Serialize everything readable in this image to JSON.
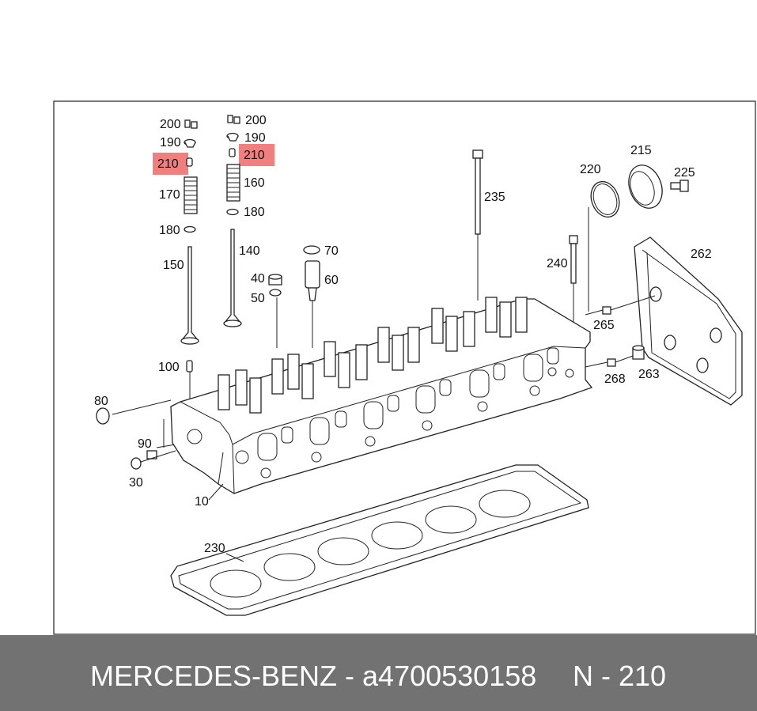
{
  "diagram": {
    "callouts": {
      "c200a": "200",
      "c190a": "190",
      "c210a": "210",
      "c170": "170",
      "c180a": "180",
      "c150": "150",
      "c200b": "200",
      "c190b": "190",
      "c210b": "210",
      "c160": "160",
      "c180b": "180",
      "c140": "140",
      "c235": "235",
      "c70": "70",
      "c60": "60",
      "c40": "40",
      "c50": "50",
      "c220": "220",
      "c215": "215",
      "c225": "225",
      "c262": "262",
      "c240": "240",
      "c265": "265",
      "c263": "263",
      "c268": "268",
      "c100": "100",
      "c80": "80",
      "c90": "90",
      "c30": "30",
      "c10": "10",
      "c230": "230"
    },
    "highlight_color": "#f08080"
  },
  "footer": {
    "brand": "MERCEDES-BENZ - a4700530158",
    "part_ref": "N - 210",
    "background": "#727272"
  }
}
